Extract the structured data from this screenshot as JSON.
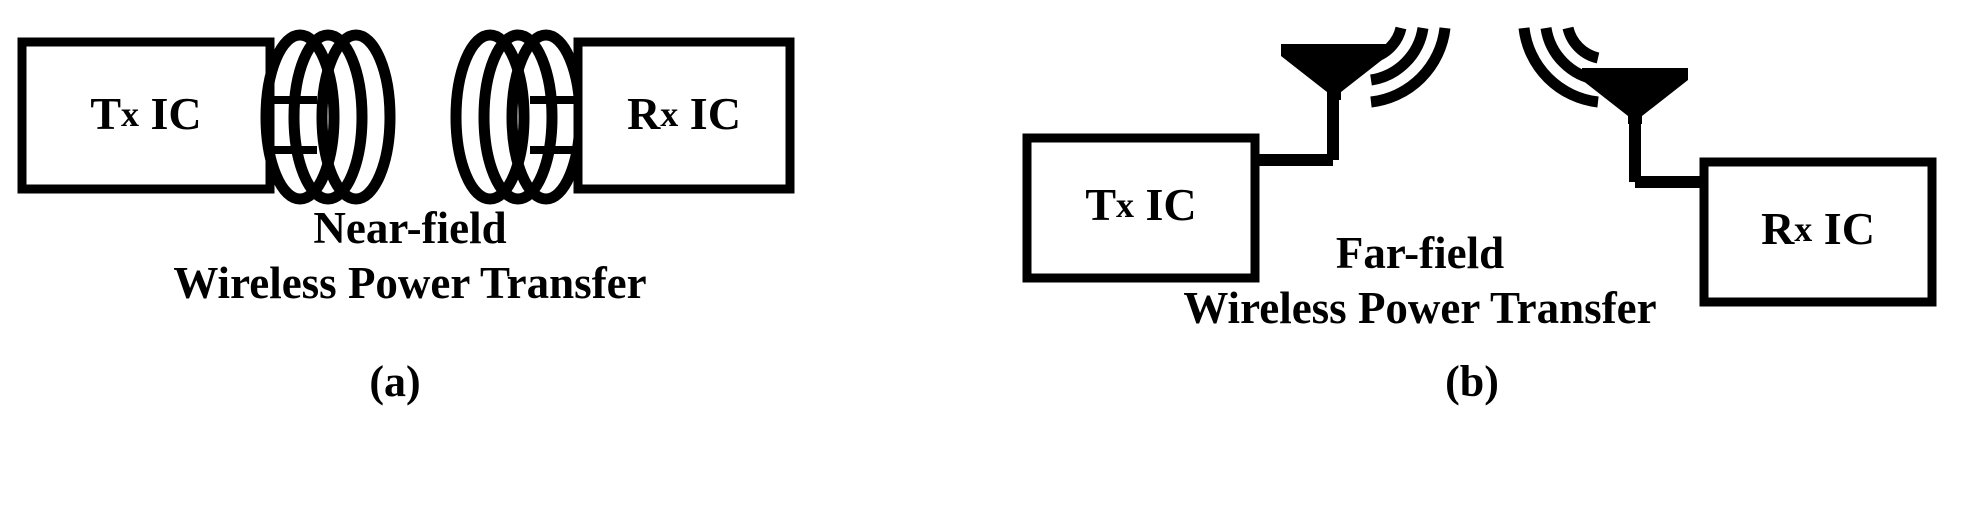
{
  "figure": {
    "background_color": "#ffffff",
    "line_color": "#000000",
    "panels": [
      {
        "id": "a",
        "letter": "(a)",
        "tx_block_label_main": "T",
        "tx_block_label_sub": "x",
        "tx_block_label_tail": " IC",
        "rx_block_label_main": "R",
        "rx_block_label_sub": "x",
        "rx_block_label_tail": " IC",
        "caption_line1": "Near-field",
        "caption_line2": "Wireless Power Transfer",
        "coupling_element": "inductive-coil",
        "coil_turns": 3
      },
      {
        "id": "b",
        "letter": "(b)",
        "tx_block_label_main": "T",
        "tx_block_label_sub": "x",
        "tx_block_label_tail": " IC",
        "rx_block_label_main": "R",
        "rx_block_label_sub": "x",
        "rx_block_label_tail": " IC",
        "caption_line1": "Far-field",
        "caption_line2": "Wireless Power Transfer",
        "coupling_element": "dipole-antenna",
        "radiation_arcs": 3
      }
    ],
    "labels": {
      "tx_ic": "Tx IC",
      "rx_ic": "Rx IC",
      "near_field": "Near-field",
      "far_field": "Far-field",
      "wireless_power_transfer": "Wireless Power Transfer",
      "panel_a": "(a)",
      "panel_b": "(b)"
    }
  }
}
